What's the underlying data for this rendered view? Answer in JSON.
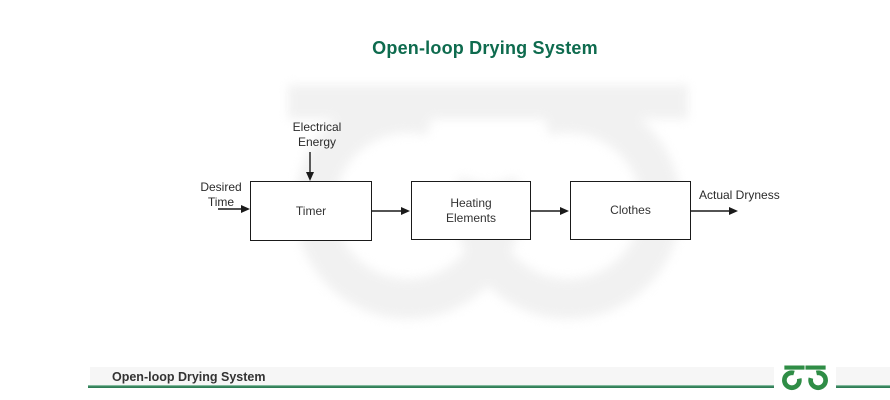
{
  "title": "Open-loop Drying System",
  "diagram": {
    "top_input_label": "Electrical\nEnergy",
    "input_label": "Desired\nTime",
    "output_label": "Actual Dryness",
    "boxes": [
      {
        "label": "Timer"
      },
      {
        "label": "Heating\nElements"
      },
      {
        "label": "Clothes"
      }
    ]
  },
  "footer": {
    "caption": "Open-loop Drying System",
    "logo": "geeksforgeeks-logo"
  },
  "colors": {
    "title_green": "#0e6b4e",
    "rule_green": "#2e7d56",
    "logo_green": "#2f8d46",
    "watermark_gray": "#f0f0f0",
    "line_black": "#1a1a1a"
  }
}
